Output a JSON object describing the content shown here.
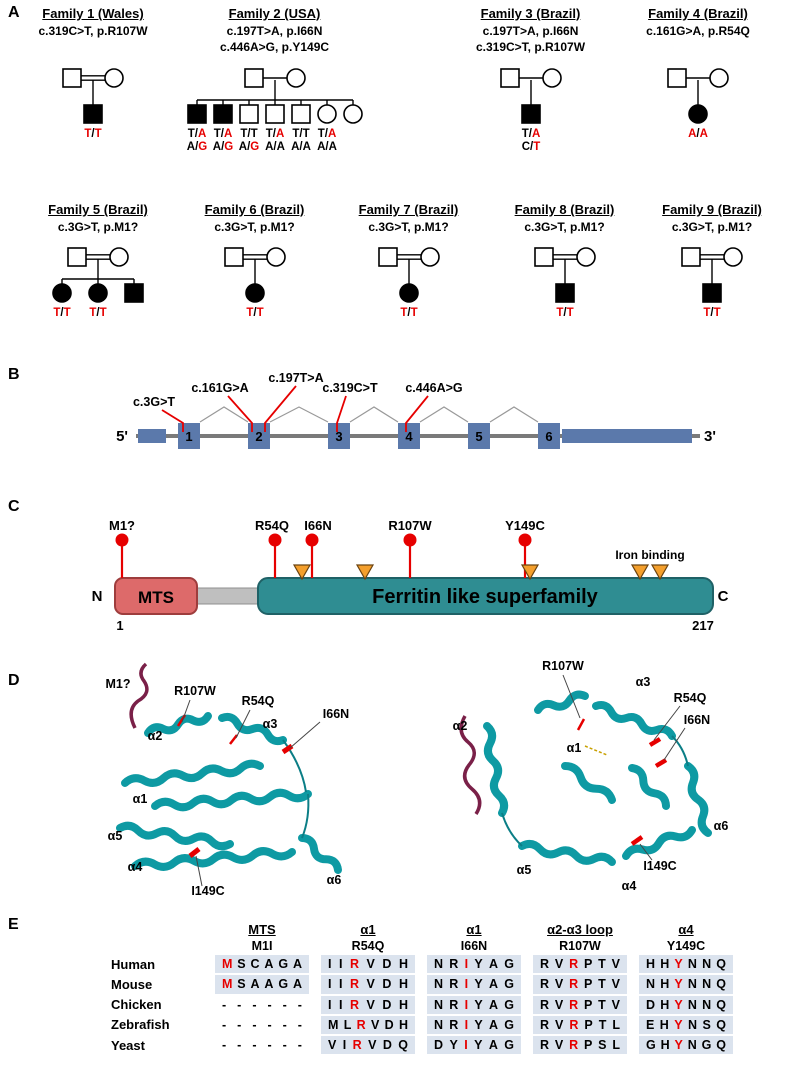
{
  "figure": {
    "panel_labels": {
      "A": "A",
      "B": "B",
      "C": "C",
      "D": "D",
      "E": "E"
    }
  },
  "colors": {
    "red": "#e60000",
    "exon_blue": "#5b79ab",
    "mts_red": "#dd6a6a",
    "domain_teal": "#2f8d92",
    "triangle_orange": "#f49f2c",
    "helix_teal": "#0e9aa3",
    "ntail_maroon": "#7a2048",
    "alignment_bg": "#dbe3ee"
  },
  "A": {
    "families": [
      {
        "title": "Family 1 (Wales)",
        "mutations": [
          "c.319C>T, p.R107W"
        ],
        "consanguineous": true,
        "children": [
          {
            "sex": "M",
            "affected": true,
            "genotypes": [
              {
                "t": "T/T",
                "r": [
                  0,
                  2
                ]
              }
            ]
          }
        ]
      },
      {
        "title": "Family 2 (USA)",
        "mutations": [
          "c.197T>A, p.I66N",
          "c.446A>G, p.Y149C"
        ],
        "consanguineous": false,
        "children": [
          {
            "sex": "M",
            "affected": true,
            "genotypes": [
              {
                "t": "T/A",
                "r": [
                  2
                ]
              },
              {
                "t": "A/G",
                "r": [
                  2
                ]
              }
            ]
          },
          {
            "sex": "M",
            "affected": true,
            "genotypes": [
              {
                "t": "T/A",
                "r": [
                  2
                ]
              },
              {
                "t": "A/G",
                "r": [
                  2
                ]
              }
            ]
          },
          {
            "sex": "M",
            "affected": false,
            "genotypes": [
              {
                "t": "T/T",
                "r": []
              },
              {
                "t": "A/G",
                "r": [
                  2
                ]
              }
            ]
          },
          {
            "sex": "M",
            "affected": false,
            "genotypes": [
              {
                "t": "T/A",
                "r": [
                  2
                ]
              },
              {
                "t": "A/A",
                "r": []
              }
            ]
          },
          {
            "sex": "M",
            "affected": false,
            "genotypes": [
              {
                "t": "T/T",
                "r": []
              },
              {
                "t": "A/A",
                "r": []
              }
            ]
          },
          {
            "sex": "F",
            "affected": false,
            "genotypes": [
              {
                "t": "T/A",
                "r": [
                  2
                ]
              },
              {
                "t": "A/A",
                "r": []
              }
            ]
          },
          {
            "sex": "F",
            "affected": false,
            "genotypes": []
          }
        ]
      },
      {
        "title": "Family 3 (Brazil)",
        "mutations": [
          "c.197T>A, p.I66N",
          "c.319C>T, p.R107W"
        ],
        "consanguineous": false,
        "children": [
          {
            "sex": "M",
            "affected": true,
            "genotypes": [
              {
                "t": "T/A",
                "r": [
                  2
                ]
              },
              {
                "t": "C/T",
                "r": [
                  2
                ]
              }
            ]
          }
        ]
      },
      {
        "title": "Family 4 (Brazil)",
        "mutations": [
          "c.161G>A, p.R54Q"
        ],
        "consanguineous": false,
        "children": [
          {
            "sex": "F",
            "affected": true,
            "genotypes": [
              {
                "t": "A/A",
                "r": [
                  0,
                  2
                ]
              }
            ]
          }
        ]
      },
      {
        "title": "Family 5 (Brazil)",
        "mutations": [
          "c.3G>T, p.M1?"
        ],
        "consanguineous": true,
        "children": [
          {
            "sex": "F",
            "affected": true,
            "genotypes": [
              {
                "t": "T/T",
                "r": [
                  0,
                  2
                ]
              }
            ]
          },
          {
            "sex": "F",
            "affected": true,
            "genotypes": [
              {
                "t": "T/T",
                "r": [
                  0,
                  2
                ]
              }
            ]
          },
          {
            "sex": "M",
            "affected": true,
            "genotypes": []
          }
        ]
      },
      {
        "title": "Family 6 (Brazil)",
        "mutations": [
          "c.3G>T, p.M1?"
        ],
        "consanguineous": true,
        "children": [
          {
            "sex": "F",
            "affected": true,
            "genotypes": [
              {
                "t": "T/T",
                "r": [
                  0,
                  2
                ]
              }
            ]
          }
        ]
      },
      {
        "title": "Family 7 (Brazil)",
        "mutations": [
          "c.3G>T, p.M1?"
        ],
        "consanguineous": true,
        "children": [
          {
            "sex": "F",
            "affected": true,
            "genotypes": [
              {
                "t": "T/T",
                "r": [
                  0,
                  2
                ]
              }
            ]
          }
        ]
      },
      {
        "title": "Family 8 (Brazil)",
        "mutations": [
          "c.3G>T, p.M1?"
        ],
        "consanguineous": true,
        "children": [
          {
            "sex": "M",
            "affected": true,
            "genotypes": [
              {
                "t": "T/T",
                "r": [
                  0,
                  2
                ]
              }
            ]
          }
        ]
      },
      {
        "title": "Family 9 (Brazil)",
        "mutations": [
          "c.3G>T, p.M1?"
        ],
        "consanguineous": true,
        "children": [
          {
            "sex": "M",
            "affected": true,
            "genotypes": [
              {
                "t": "T/T",
                "r": [
                  0,
                  2
                ]
              }
            ]
          }
        ]
      }
    ]
  },
  "B": {
    "five_prime": "5'",
    "three_prime": "3'",
    "exons": [
      "1",
      "2",
      "3",
      "4",
      "5",
      "6"
    ],
    "mutations": [
      {
        "label": "c.3G>T"
      },
      {
        "label": "c.161G>A"
      },
      {
        "label": "c.197T>A"
      },
      {
        "label": "c.319C>T"
      },
      {
        "label": "c.446A>G"
      }
    ]
  },
  "C": {
    "n_label": "N",
    "c_label": "C",
    "start": "1",
    "end": "217",
    "domains": [
      {
        "name": "MTS"
      },
      {
        "name": "Ferritin like superfamily"
      }
    ],
    "variants": [
      "M1?",
      "R54Q",
      "I66N",
      "R107W",
      "Y149C"
    ],
    "iron_binding_label": "Iron binding"
  },
  "D": {
    "views": {
      "left": {
        "labels": [
          "M1?",
          "R107W",
          "α2",
          "R54Q",
          "α3",
          "I66N",
          "α1",
          "α5",
          "α4",
          "I149C",
          "α6"
        ]
      },
      "right": {
        "labels": [
          "R107W",
          "α3",
          "R54Q",
          "I66N",
          "α2",
          "α1",
          "α6",
          "α5",
          "α4",
          "I149C"
        ]
      }
    }
  },
  "E": {
    "groups": [
      {
        "region": "MTS",
        "variant": "M1I"
      },
      {
        "region": "α1",
        "variant": "R54Q"
      },
      {
        "region": "α1",
        "variant": "I66N"
      },
      {
        "region": "α2-α3 loop",
        "variant": "R107W"
      },
      {
        "region": "α4",
        "variant": "Y149C"
      }
    ],
    "red_index": [
      0,
      2,
      2,
      2,
      2
    ],
    "rows": [
      {
        "name": "Human",
        "seqs": [
          "MSCAGA",
          "IIRVDH",
          "NRIYAG",
          "RVRPTV",
          "HHYNNQ"
        ]
      },
      {
        "name": "Mouse",
        "seqs": [
          "MSAAGA",
          "IIRVDH",
          "NRIYAG",
          "RVRPTV",
          "NHYNNQ"
        ]
      },
      {
        "name": "Chicken",
        "seqs": [
          "------",
          "IIRVDH",
          "NRIYAG",
          "RVRPTV",
          "DHYNNQ"
        ]
      },
      {
        "name": "Zebrafish",
        "seqs": [
          "------",
          "MLRVDH",
          "NRIYAG",
          "RVRPTL",
          "EHYNSQ"
        ]
      },
      {
        "name": "Yeast",
        "seqs": [
          "------",
          "VIRVDQ",
          "DYIYAG",
          "RVRPSL",
          "GHYNGQ"
        ]
      }
    ]
  }
}
